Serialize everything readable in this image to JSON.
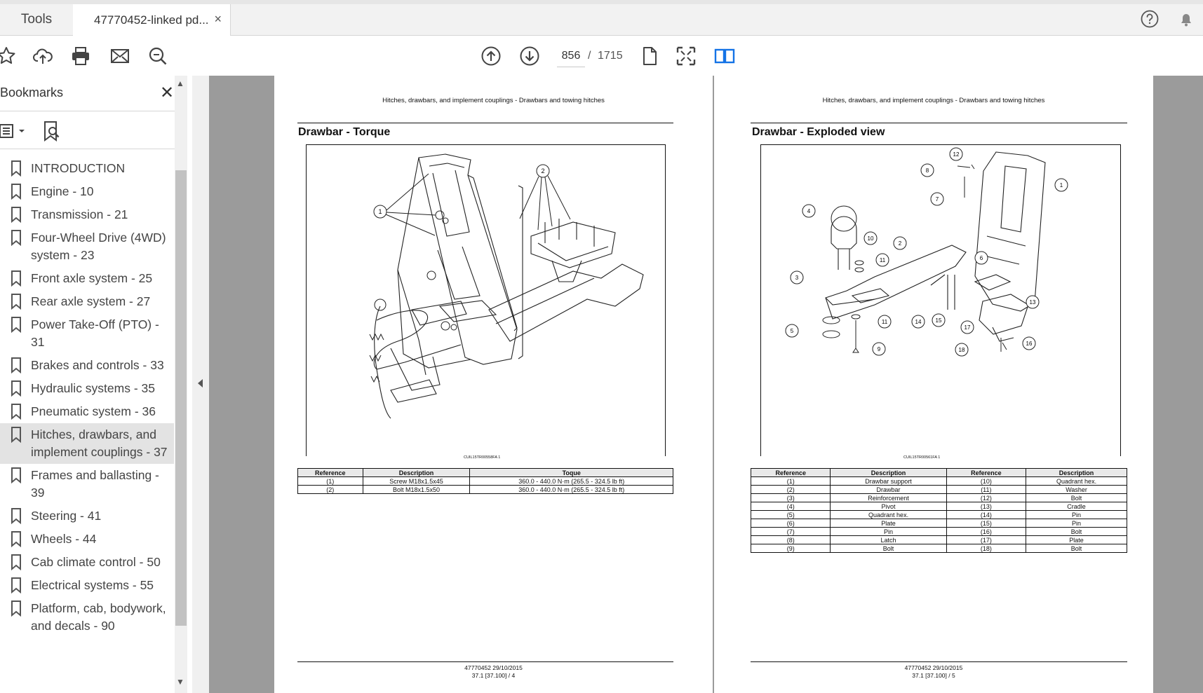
{
  "tabs": {
    "tools": "Tools",
    "document": "47770452-linked pd...",
    "close_symbol": "×"
  },
  "toolbar": {
    "current_page": "856",
    "separator": "/",
    "total_pages": "1715"
  },
  "sidebar": {
    "title": "Bookmarks",
    "close_symbol": "✕",
    "items": [
      {
        "label": "INTRODUCTION"
      },
      {
        "label": "Engine - 10"
      },
      {
        "label": "Transmission - 21"
      },
      {
        "label": "Four-Wheel Drive (4WD) system - 23"
      },
      {
        "label": "Front axle system - 25"
      },
      {
        "label": "Rear axle system - 27"
      },
      {
        "label": "Power Take-Off (PTO) - 31"
      },
      {
        "label": "Brakes and controls - 33"
      },
      {
        "label": "Hydraulic systems - 35"
      },
      {
        "label": "Pneumatic system - 36"
      },
      {
        "label": "Hitches, drawbars, and implement couplings - 37",
        "selected": true
      },
      {
        "label": "Frames and ballasting - 39"
      },
      {
        "label": "Steering - 41"
      },
      {
        "label": "Wheels - 44"
      },
      {
        "label": "Cab climate control - 50"
      },
      {
        "label": "Electrical systems - 55"
      },
      {
        "label": "Platform, cab, bodywork, and decals - 90"
      }
    ]
  },
  "pages": {
    "left": {
      "running_head": "Hitches, drawbars, and implement couplings - Drawbars and towing hitches",
      "section_title": "Drawbar - Torque",
      "figure_code": "CUIL15TR00558FA    1",
      "table_headers": [
        "Reference",
        "Description",
        "Toque"
      ],
      "table_rows": [
        [
          "(1)",
          "Screw M18x1.5x45",
          "360.0 - 440.0 N·m (265.5 - 324.5 lb ft)"
        ],
        [
          "(2)",
          "Bolt M18x1.5x50",
          "360.0 - 440.0 N·m (265.5 - 324.5 lb ft)"
        ]
      ],
      "footer_line1": "47770452 29/10/2015",
      "footer_line2": "37.1 [37.100] / 4"
    },
    "right": {
      "running_head": "Hitches, drawbars, and implement couplings - Drawbars and towing hitches",
      "section_title": "Drawbar - Exploded view",
      "figure_code": "CUIL15TR00561FA    1",
      "table_headers": [
        "Reference",
        "Description",
        "Reference",
        "Description"
      ],
      "table_rows": [
        [
          "(1)",
          "Drawbar support",
          "(10)",
          "Quadrant hex."
        ],
        [
          "(2)",
          "Drawbar",
          "(11)",
          "Washer"
        ],
        [
          "(3)",
          "Reinforcement",
          "(12)",
          "Bolt"
        ],
        [
          "(4)",
          "Pivot",
          "(13)",
          "Cradle"
        ],
        [
          "(5)",
          "Quadrant hex.",
          "(14)",
          "Pin"
        ],
        [
          "(6)",
          "Plate",
          "(15)",
          "Pin"
        ],
        [
          "(7)",
          "Pin",
          "(16)",
          "Bolt"
        ],
        [
          "(8)",
          "Latch",
          "(17)",
          "Plate"
        ],
        [
          "(9)",
          "Bolt",
          "(18)",
          "Bolt"
        ]
      ],
      "footer_line1": "47770452 29/10/2015",
      "footer_line2": "37.1 [37.100] / 5"
    }
  },
  "figure_callouts": {
    "left": [
      "1",
      "2"
    ],
    "right": [
      "1",
      "2",
      "3",
      "4",
      "5",
      "6",
      "7",
      "8",
      "9",
      "10",
      "11",
      "11",
      "12",
      "13",
      "14",
      "15",
      "16",
      "17",
      "18"
    ]
  },
  "icons": {
    "toolbar": [
      "bookmark-star-icon",
      "upload-cloud-icon",
      "print-icon",
      "email-icon",
      "zoom-search-icon",
      "page-up-icon",
      "page-down-icon",
      "single-page-icon",
      "fit-page-icon",
      "two-page-view-icon"
    ],
    "colors": {
      "accent": "#1473e6",
      "viewer_background": "#9b9b9b",
      "selected_bookmark": "#e3e3e3"
    }
  }
}
